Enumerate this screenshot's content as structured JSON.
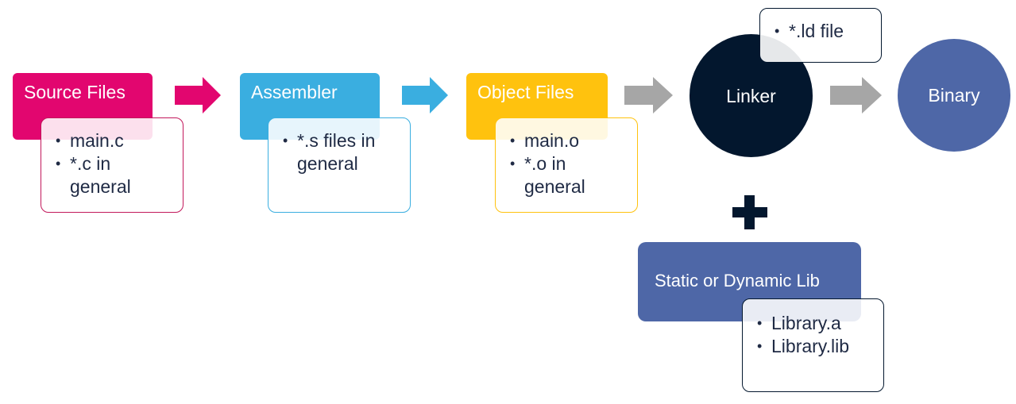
{
  "colors": {
    "source": "#E2066F",
    "assembler": "#3AAEE0",
    "object": "#FFC20E",
    "linker": "#03172E",
    "binary": "#4E67A7",
    "lib": "#4E67A7",
    "gray_arrow": "#A6A6A6",
    "plus": "#03172E"
  },
  "stages": {
    "source": {
      "label": "Source Files",
      "notes": [
        "main.c",
        "*.c in general"
      ]
    },
    "assembler": {
      "label": "Assembler",
      "notes": [
        "*.s files in general"
      ]
    },
    "object": {
      "label": "Object Files",
      "notes": [
        "main.o",
        "*.o in general"
      ]
    },
    "linker": {
      "label": "Linker",
      "notes": [
        "*.ld file"
      ]
    },
    "binary": {
      "label": "Binary"
    },
    "lib": {
      "label": "Static or Dynamic Lib",
      "notes": [
        "Library.a",
        "Library.lib"
      ]
    }
  }
}
